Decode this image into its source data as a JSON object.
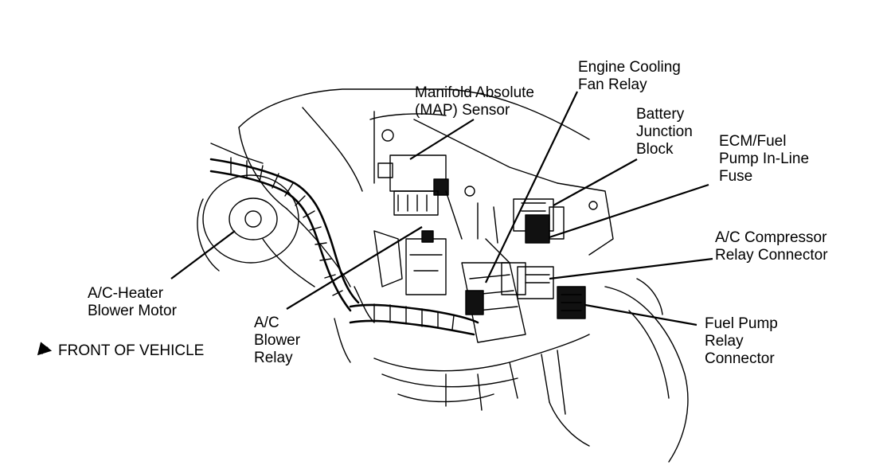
{
  "labels": {
    "map_sensor": [
      "Manifold Absolute",
      "(MAP) Sensor"
    ],
    "cooling_fan_relay": [
      "Engine Cooling",
      "Fan Relay"
    ],
    "battery_junction": [
      "Battery",
      "Junction",
      "Block"
    ],
    "ecm_fuse": [
      "ECM/Fuel",
      "Pump In-Line",
      "Fuse"
    ],
    "ac_compressor": [
      "A/C Compressor",
      "Relay Connector"
    ],
    "fuel_pump_relay": [
      "Fuel Pump",
      "Relay",
      "Connector"
    ],
    "ac_blower_relay": [
      "A/C",
      "Blower",
      "Relay"
    ],
    "ac_heater_motor": [
      "A/C-Heater",
      "Blower Motor"
    ],
    "front_of_vehicle": "FRONT OF VEHICLE"
  },
  "icons": {
    "front_arrow": "arrow-down-left-icon"
  },
  "colors": {
    "ink": "#000000",
    "background": "#ffffff"
  }
}
